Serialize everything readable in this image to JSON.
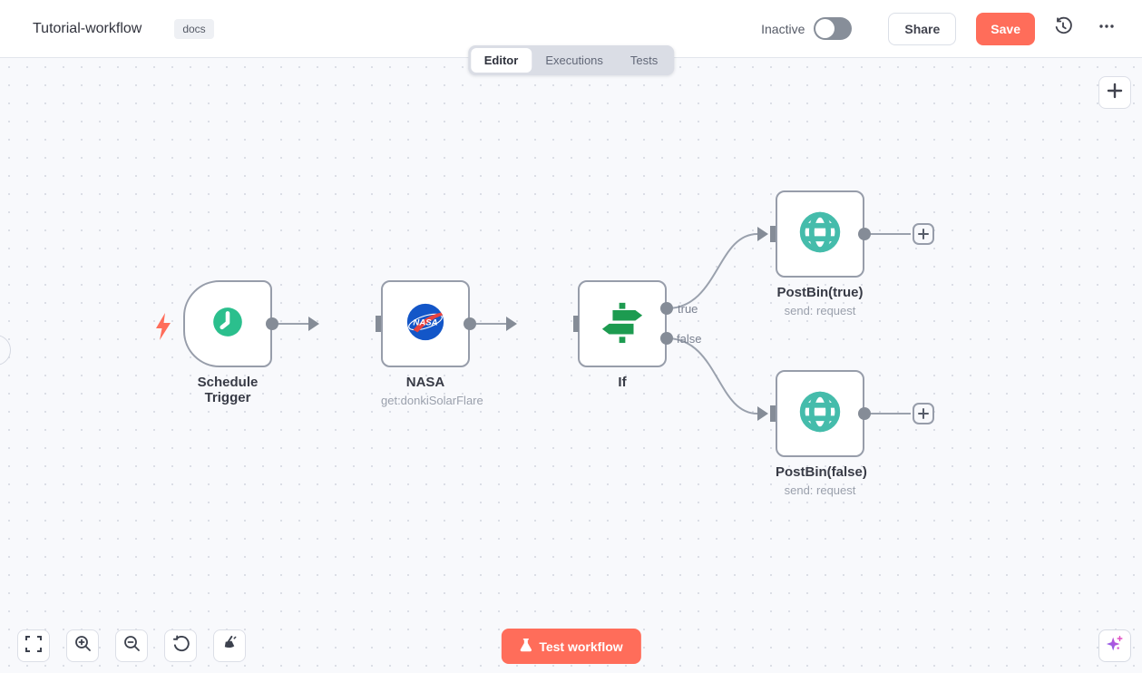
{
  "header": {
    "title": "Tutorial-workflow",
    "tag": "docs",
    "status_label": "Inactive",
    "share_label": "Share",
    "save_label": "Save"
  },
  "tabs": {
    "items": [
      {
        "label": "Editor",
        "active": true
      },
      {
        "label": "Executions",
        "active": false
      },
      {
        "label": "Tests",
        "active": false
      }
    ]
  },
  "canvas": {
    "nodes": [
      {
        "id": "schedule-trigger",
        "label": "Schedule Trigger",
        "subtitle": "",
        "icon": "clock-icon",
        "type": "trigger"
      },
      {
        "id": "nasa",
        "label": "NASA",
        "subtitle": "get:donkiSolarFlare",
        "icon": "nasa-logo-icon",
        "type": "action"
      },
      {
        "id": "if",
        "label": "If",
        "subtitle": "",
        "icon": "signpost-icon",
        "type": "action",
        "outputs": [
          "true",
          "false"
        ]
      },
      {
        "id": "postbin-true",
        "label": "PostBin(true)",
        "subtitle": "send: request",
        "icon": "globe-icon",
        "type": "action"
      },
      {
        "id": "postbin-false",
        "label": "PostBin(false)",
        "subtitle": "send: request",
        "icon": "globe-icon",
        "type": "action"
      }
    ],
    "branch_labels": {
      "true": "true",
      "false": "false"
    },
    "connections": [
      "Schedule Trigger -> NASA",
      "NASA -> If",
      "If:true -> PostBin(true)",
      "If:false -> PostBin(false)"
    ]
  },
  "footer": {
    "test_button_label": "Test workflow"
  },
  "icons": [
    "history-icon",
    "ellipsis-menu-icon",
    "toggle-switch",
    "plus-add-node-icon",
    "lightning-trigger-icon",
    "clock-icon",
    "nasa-logo-icon",
    "signpost-icon",
    "globe-icon",
    "plus-endpoint-icon",
    "fit-view-icon",
    "zoom-in-icon",
    "zoom-out-icon",
    "reset-zoom-icon",
    "tidy-up-icon",
    "flask-icon",
    "sparkle-assistant-icon"
  ],
  "colors": {
    "accent": "#ff6d5a",
    "canvas_bg": "#f8f9fc",
    "node_border": "#979daa",
    "connector": "#9aa1ad",
    "schedule_green": "#2bbf8d",
    "if_green": "#1d9b50",
    "globe_teal": "#45bcab",
    "nasa_blue": "#1356c8",
    "assistant_purple": "#9a5cf0"
  }
}
